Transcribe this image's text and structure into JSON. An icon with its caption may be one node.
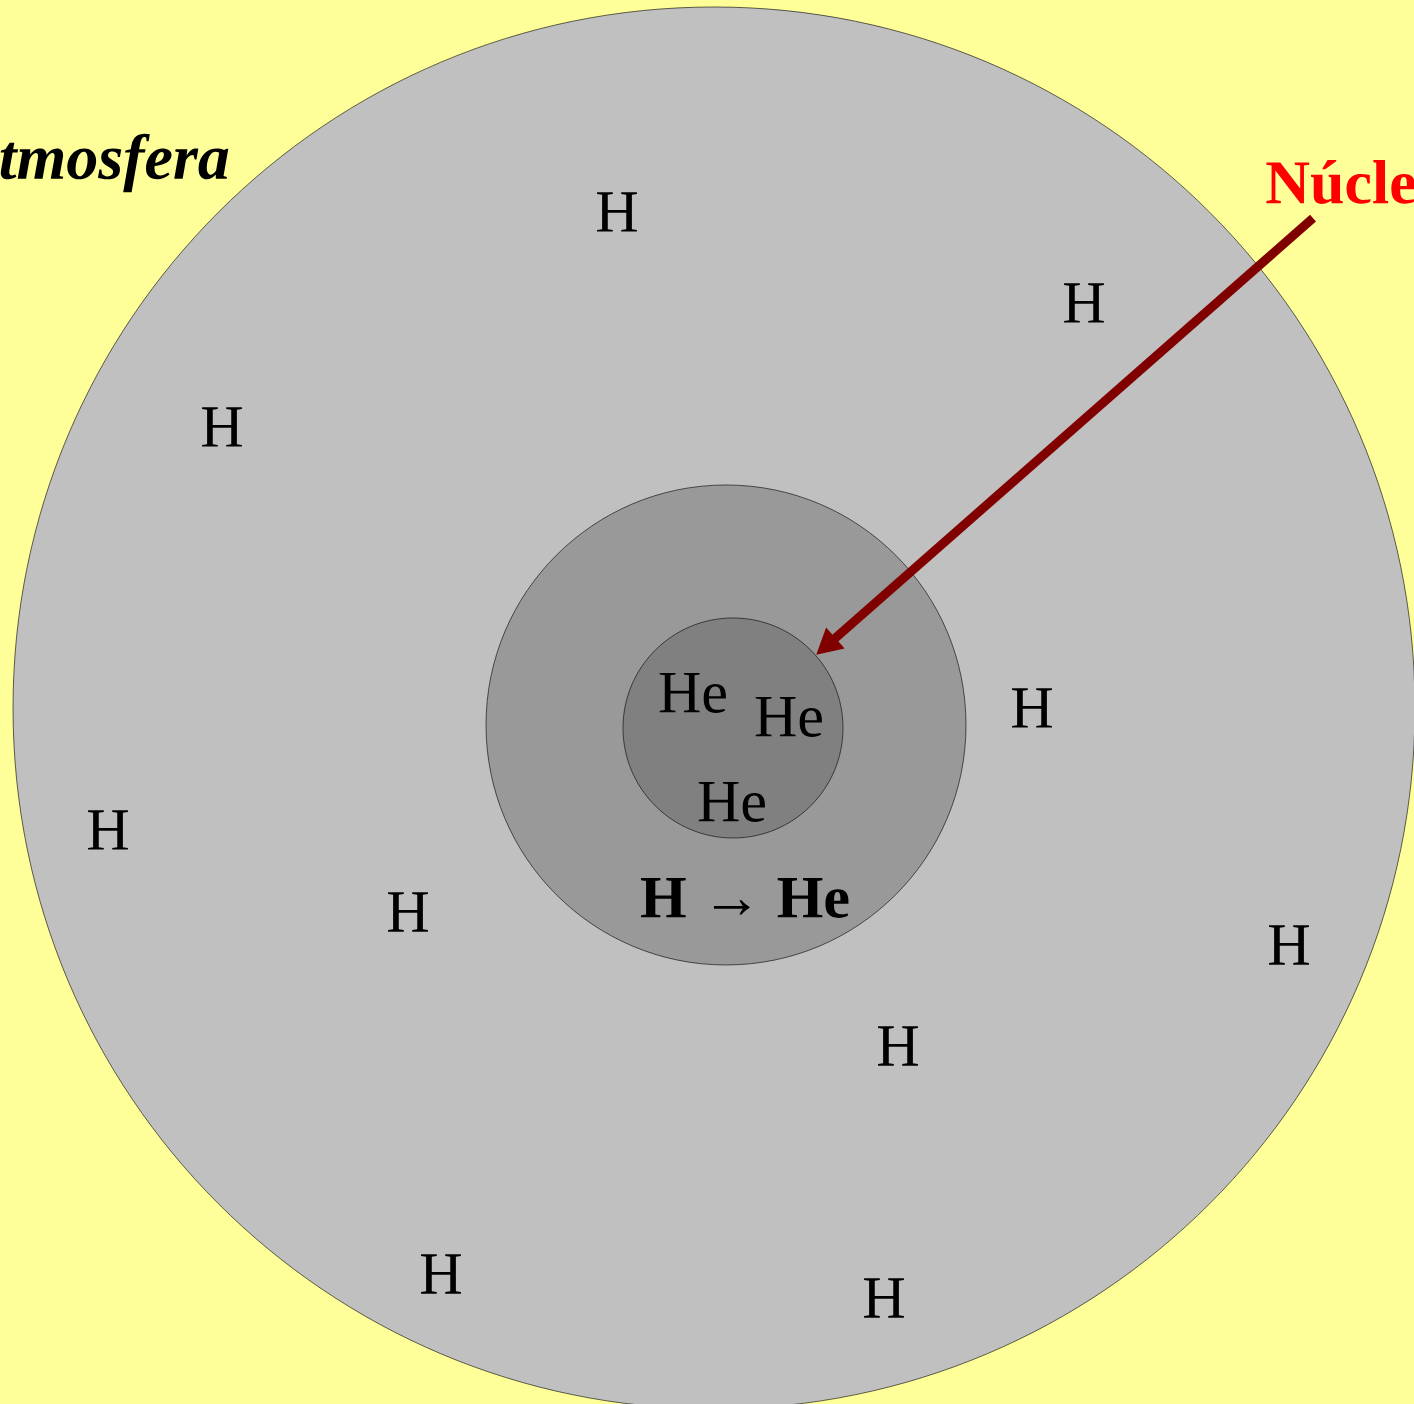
{
  "diagram": {
    "nodes": [
      {
        "text": [
          "H",
          "H",
          "H",
          "H",
          "H",
          "H",
          "H",
          "H",
          "H",
          "H"
        ]
      },
      {
        "text": [
          "H → He"
        ],
        "in": 0
      },
      {
        "text": [
          "He",
          "He",
          "He"
        ],
        "in": 1
      },
      {
        "text": [
          "Núcle"
        ]
      }
    ],
    "edges": [
      {
        "from": 3,
        "to": 2,
        "arrow": "to"
      }
    ],
    "labels": [
      "tmosfera"
    ]
  }
}
